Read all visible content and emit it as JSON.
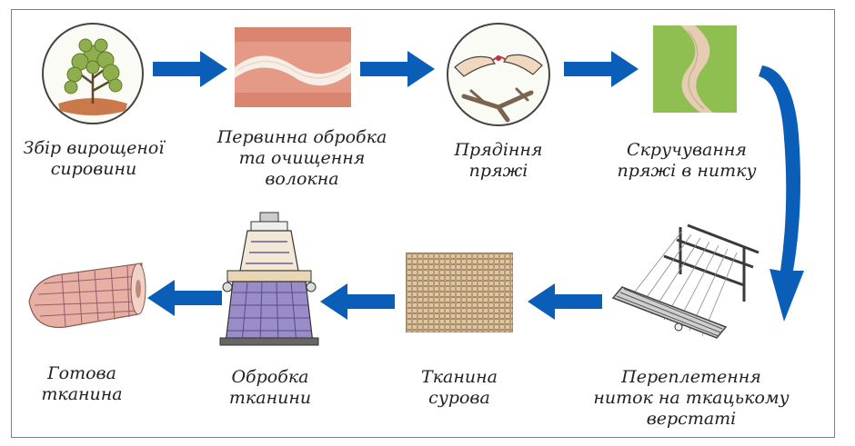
{
  "colors": {
    "arrow": "#0b5eb8",
    "frame": "#7f7f7f",
    "text": "#222222"
  },
  "steps": [
    {
      "label": "Збір вирощеної\nсировини",
      "icon": "cotton-plant-icon"
    },
    {
      "label": "Первинна обробка\nта очищення\nволокна",
      "icon": "fiber-strip-icon"
    },
    {
      "label": "Прядіння\nпряжі",
      "icon": "spinning-hands-icon"
    },
    {
      "label": "Скручування\nпряжі в нитку",
      "icon": "twisted-yarn-icon"
    },
    {
      "label": "Переплетення\nниток на ткацькому\nверстаті",
      "icon": "loom-icon"
    },
    {
      "label": "Тканина\nсурова",
      "icon": "raw-fabric-icon"
    },
    {
      "label": "Обробка\nтканини",
      "icon": "finishing-machine-icon"
    },
    {
      "label": "Готова\nтканина",
      "icon": "fabric-roll-icon"
    }
  ]
}
